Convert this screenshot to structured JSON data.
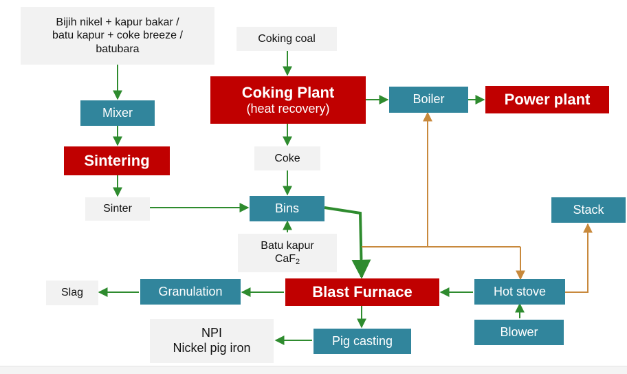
{
  "nodes": {
    "raw_mix": {
      "lines": [
        "Bijih nikel + kapur bakar /",
        "batu kapur + coke breeze /",
        "batubara"
      ]
    },
    "coking_coal": {
      "label": "Coking coal"
    },
    "mixer": {
      "label": "Mixer"
    },
    "coking_plant": {
      "label": "Coking Plant",
      "sublabel": "(heat recovery)"
    },
    "boiler": {
      "label": "Boiler"
    },
    "power_plant": {
      "label": "Power plant"
    },
    "sintering": {
      "label": "Sintering"
    },
    "coke": {
      "label": "Coke"
    },
    "sinter": {
      "label": "Sinter"
    },
    "bins": {
      "label": "Bins"
    },
    "stack": {
      "label": "Stack"
    },
    "batu_kapur": {
      "line1": "Batu kapur",
      "formula_base": "CaF",
      "formula_sub": "2"
    },
    "slag": {
      "label": "Slag"
    },
    "granulation": {
      "label": "Granulation"
    },
    "blast_furnace": {
      "label": "Blast Furnace"
    },
    "hot_stove": {
      "label": "Hot stove"
    },
    "npi": {
      "line1": "NPI",
      "line2": "Nickel pig iron"
    },
    "pig_casting": {
      "label": "Pig casting"
    },
    "blower": {
      "label": "Blower"
    }
  },
  "colors": {
    "gray_box": "#f2f2f2",
    "teal_box": "#31859c",
    "red_box": "#c00000",
    "green_arrow": "#2e8b2e",
    "orange_arrow": "#c8893c"
  }
}
